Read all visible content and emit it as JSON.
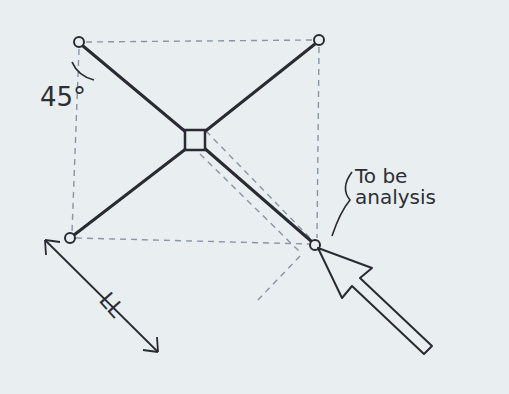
{
  "diagram": {
    "labels": [
      "45°",
      "To be analysis",
      "LL"
    ]
  }
}
